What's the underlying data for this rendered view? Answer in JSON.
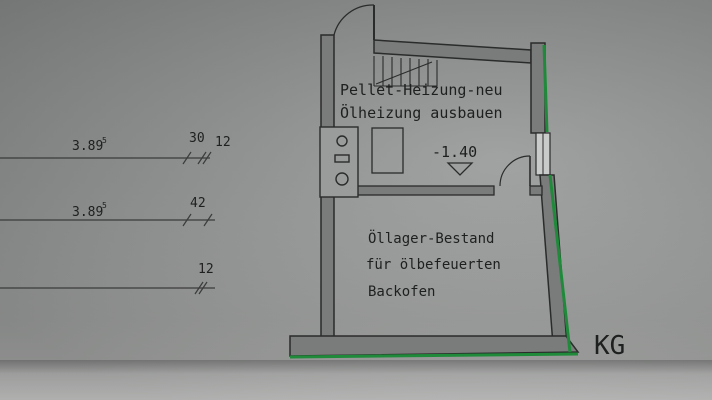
{
  "dimensions": [
    {
      "value": "3.89",
      "sup": "5",
      "seg1": "30",
      "seg2": "12"
    },
    {
      "value": "3.89",
      "sup": "5",
      "seg1": "42"
    },
    {
      "seg1": "12"
    }
  ],
  "rooms": {
    "upper": {
      "line1": "Pellet-Heizung-neu",
      "line2": "Ölheizung ausbauen",
      "level": "-1.40"
    },
    "lower": {
      "line1": "Öllager-Bestand",
      "line2": "für ölbefeuerten",
      "line3": "Backofen"
    }
  },
  "floor_label": "KG",
  "colors": {
    "wall": "#7a7b7b",
    "line": "#2a2b2b",
    "green": "#1f8a3a"
  }
}
